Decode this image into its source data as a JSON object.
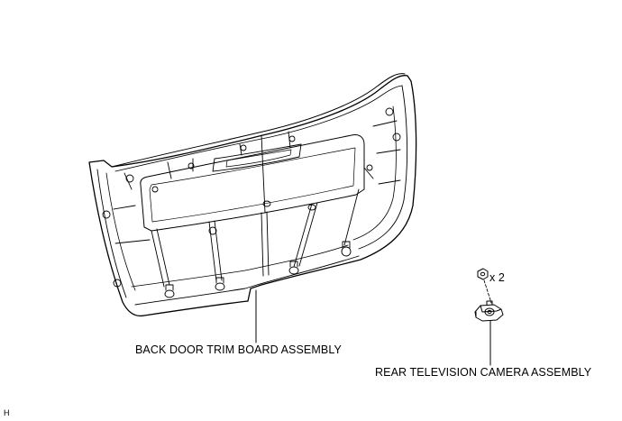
{
  "labels": {
    "trim_board": "BACK DOOR TRIM BOARD ASSEMBLY",
    "camera": "REAR TELEVISION CAMERA ASSEMBLY",
    "quantity": "x 2",
    "figure_code": "H"
  },
  "colors": {
    "line": "#000000",
    "background": "#ffffff"
  }
}
